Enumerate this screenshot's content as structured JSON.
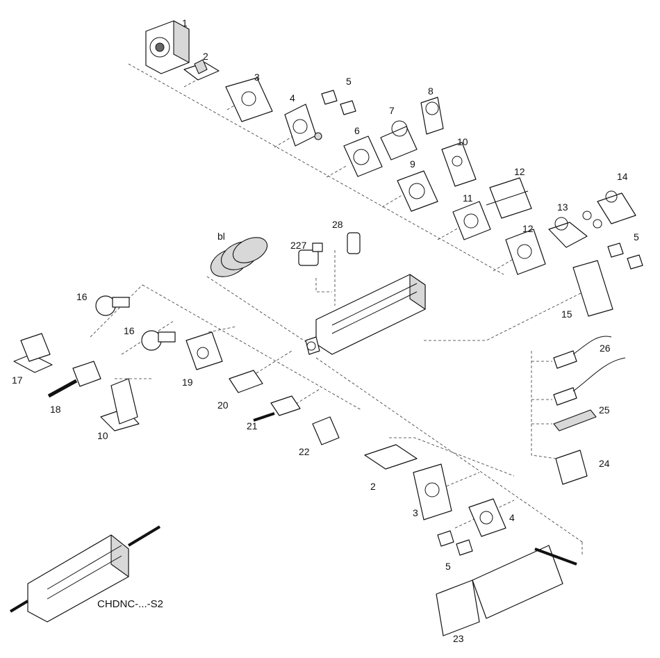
{
  "labels": {
    "p1": "1",
    "p2_top": "2",
    "p3_top": "3",
    "p4_top": "4",
    "p5_top": "5",
    "p6": "6",
    "p7": "7",
    "p8": "8",
    "p9": "9",
    "p10_top": "10",
    "p11": "11",
    "p12_a": "12",
    "p12_b": "12",
    "p13": "13",
    "p14": "14",
    "p5_right": "5",
    "p15": "15",
    "bl": "bl",
    "p227": "227",
    "p28": "28",
    "p16_a": "16",
    "p16_b": "16",
    "p17": "17",
    "p18": "18",
    "p19": "19",
    "p10_left": "10",
    "p20": "20",
    "p21": "21",
    "p22": "22",
    "p26": "26",
    "p25": "25",
    "p24": "24",
    "p2_bottom": "2",
    "p3_bottom": "3",
    "p4_bottom": "4",
    "p5_bottom": "5",
    "p23": "23",
    "model": "CHDNC-...-S2"
  }
}
